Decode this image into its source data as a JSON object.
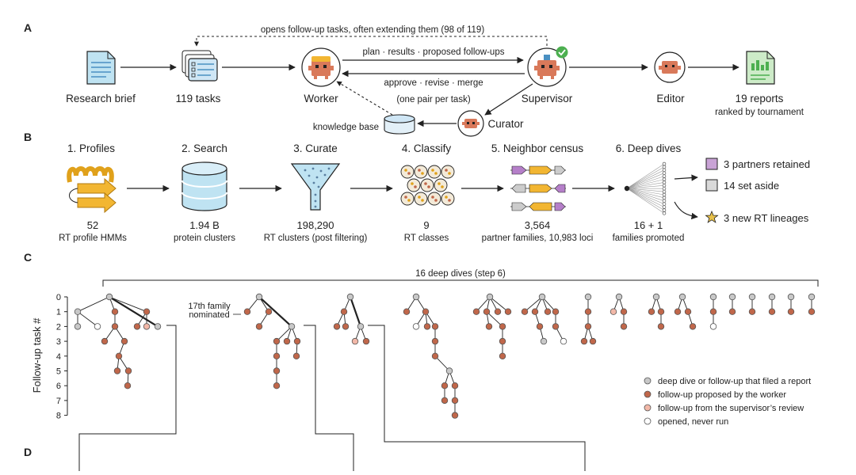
{
  "panels": {
    "a": "A",
    "b": "B",
    "c": "C",
    "d": "D"
  },
  "panel_a": {
    "loop_label": "opens follow-up tasks, often extending them (98 of 119)",
    "research_brief": "Research brief",
    "tasks": "119 tasks",
    "worker": "Worker",
    "supervisor": "Supervisor",
    "editor": "Editor",
    "reports": "19 reports",
    "reports_sub": "ranked by tournament",
    "curator": "Curator",
    "knowledge_base": "knowledge base",
    "forward_label": "plan · results · proposed follow-ups",
    "back_label": "approve · revise · merge",
    "pair_note": "(one pair per task)"
  },
  "panel_b": {
    "steps": [
      {
        "title": "1. Profiles",
        "num": "52",
        "desc": "RT profile HMMs",
        "icon": "profile-icon"
      },
      {
        "title": "2. Search",
        "num": "1.94 B",
        "desc": "protein clusters",
        "icon": "database-icon"
      },
      {
        "title": "3. Curate",
        "num": "198,290",
        "desc": "RT clusters (post filtering)",
        "icon": "funnel-icon"
      },
      {
        "title": "4. Classify",
        "num": "9",
        "desc": "RT classes",
        "icon": "clusters-icon"
      },
      {
        "title": "5. Neighbor census",
        "num": "3,564",
        "desc": "partner families, 10,983 loci",
        "icon": "gene-neighborhood-icon"
      },
      {
        "title": "6. Deep dives",
        "num": "16 + 1",
        "desc": "families promoted",
        "icon": "fan-icon"
      }
    ],
    "outcomes": [
      {
        "label": "3 partners retained",
        "color": "#c9a3d6"
      },
      {
        "label": "14 set aside",
        "color": "#d9d9d9"
      },
      {
        "label": "3 new RT lineages",
        "color": "#e8c14a"
      }
    ]
  },
  "panel_c": {
    "bracket_label": "16 deep dives (step 6)",
    "y_axis_label": "Follow-up task #",
    "y_ticks": [
      "0",
      "1",
      "2",
      "3",
      "4",
      "5",
      "6",
      "7",
      "8"
    ],
    "seventeenth_label_1": "17th family",
    "seventeenth_label_2": "nominated",
    "legend": [
      {
        "label": "deep dive or follow-up that filed a report",
        "color": "#c8c8c8"
      },
      {
        "label": "follow-up proposed by the worker",
        "color": "#c0674a"
      },
      {
        "label": "follow-up from the supervisor’s review",
        "color": "#f2b8a8"
      },
      {
        "label": "opened, never run",
        "color": "#ffffff"
      }
    ]
  },
  "colors": {
    "report": "#c8c8c8",
    "worker": "#c0674a",
    "supervisor": "#f2b8a8",
    "never_run": "#ffffff",
    "accent_green": "#4caf50",
    "gene_yellow": "#f2b632",
    "gene_purple": "#b57fc9"
  }
}
